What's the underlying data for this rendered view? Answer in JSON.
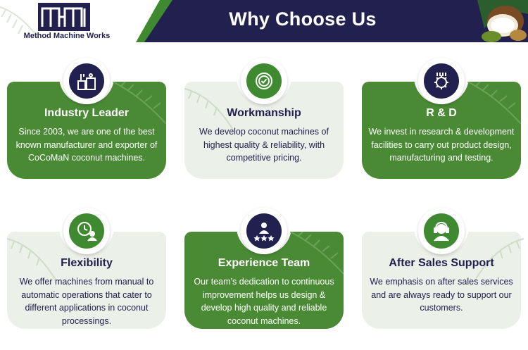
{
  "header": {
    "title": "Why Choose Us",
    "logo_text": "Method Machine Works",
    "colors": {
      "navy": "#22204f",
      "green": "#3f8a30"
    }
  },
  "cards": [
    {
      "title": "Industry Leader",
      "text": "Since 2003, we are one of the best known manufacturer and exporter of CoCoMaN coconut machines.",
      "icon": "factory-icon",
      "style": "green"
    },
    {
      "title": "Workmanship",
      "text": "We develop coconut machines of highest quality & reliability, with competitive pricing.",
      "icon": "quality-badge-icon",
      "style": "light"
    },
    {
      "title": "R & D",
      "text": "We invest in research & development facilities to carry out product design, manufacturing and testing.",
      "icon": "gear-rnd-icon",
      "style": "green"
    },
    {
      "title": "Flexibility",
      "text": "We offer machines from manual to automatic operations that cater to different applications in coconut processings.",
      "icon": "clock-person-icon",
      "style": "light"
    },
    {
      "title": "Experience Team",
      "text": "Our team’s dedication to continuous improvement helps us design & develop high quality and reliable coconut machines.",
      "icon": "team-star-icon",
      "style": "green"
    },
    {
      "title": "After Sales Support",
      "text": "We emphasis on after sales services and are always ready to support our customers.",
      "icon": "support-headset-icon",
      "style": "light"
    }
  ]
}
